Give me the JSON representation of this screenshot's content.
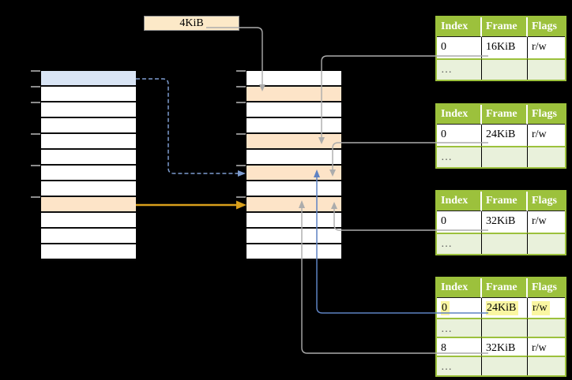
{
  "labels": {
    "page_size": "4KiB"
  },
  "frame_tables": [
    {
      "name": "page-table-16kib",
      "headers": [
        "Index",
        "Frame",
        "Flags"
      ],
      "rows": [
        {
          "type": "data",
          "cells": [
            "0",
            "16KiB",
            "r/w"
          ],
          "highlight": false
        },
        {
          "type": "dots",
          "cells": [
            "…",
            "",
            ""
          ],
          "highlight": false
        }
      ]
    },
    {
      "name": "page-table-24kib",
      "headers": [
        "Index",
        "Frame",
        "Flags"
      ],
      "rows": [
        {
          "type": "data",
          "cells": [
            "0",
            "24KiB",
            "r/w"
          ],
          "highlight": false
        },
        {
          "type": "dots",
          "cells": [
            "…",
            "",
            ""
          ],
          "highlight": false
        }
      ]
    },
    {
      "name": "page-table-32kib",
      "headers": [
        "Index",
        "Frame",
        "Flags"
      ],
      "rows": [
        {
          "type": "data",
          "cells": [
            "0",
            "32KiB",
            "r/w"
          ],
          "highlight": false
        },
        {
          "type": "dots",
          "cells": [
            "…",
            "",
            ""
          ],
          "highlight": false
        }
      ]
    },
    {
      "name": "page-table-bottom",
      "headers": [
        "Index",
        "Frame",
        "Flags"
      ],
      "rows": [
        {
          "type": "data",
          "cells": [
            "0",
            "24KiB",
            "r/w"
          ],
          "highlight": true
        },
        {
          "type": "dots",
          "cells": [
            "…",
            "",
            ""
          ],
          "highlight": false
        },
        {
          "type": "data",
          "cells": [
            "8",
            "32KiB",
            "r/w"
          ],
          "highlight": false
        },
        {
          "type": "dots",
          "cells": [
            "…",
            "",
            ""
          ],
          "highlight": false
        }
      ]
    }
  ],
  "memory_columns": {
    "virtual": {
      "row_count": 12,
      "highlights": {
        "0": "blue",
        "8": "orange"
      },
      "tick_rows": [
        0,
        1,
        2,
        4,
        6,
        8
      ]
    },
    "physical": {
      "row_count": 12,
      "highlights": {
        "1": "orange",
        "4": "orange",
        "6": "orange",
        "8": "orange"
      },
      "tick_rows": [
        0,
        1,
        2,
        4,
        6,
        8
      ]
    }
  },
  "colors": {
    "header_green": "#9CC13C",
    "table_border_green": "#9CC13C",
    "row_light_green": "#E9F1DB",
    "row_orange": "#FDE4C8",
    "row_blue": "#D9E5F5",
    "row_yellow_hl": "#FAF6A2",
    "label_cream": "#FCE9C8",
    "arrow_gray": "#ACACAC",
    "arrow_orange": "#D9A01C",
    "arrow_blue_dashed": "#7D9CCF",
    "arrow_blue_solid": "#5E82C2",
    "tick_gray": "#8C8C8C"
  }
}
